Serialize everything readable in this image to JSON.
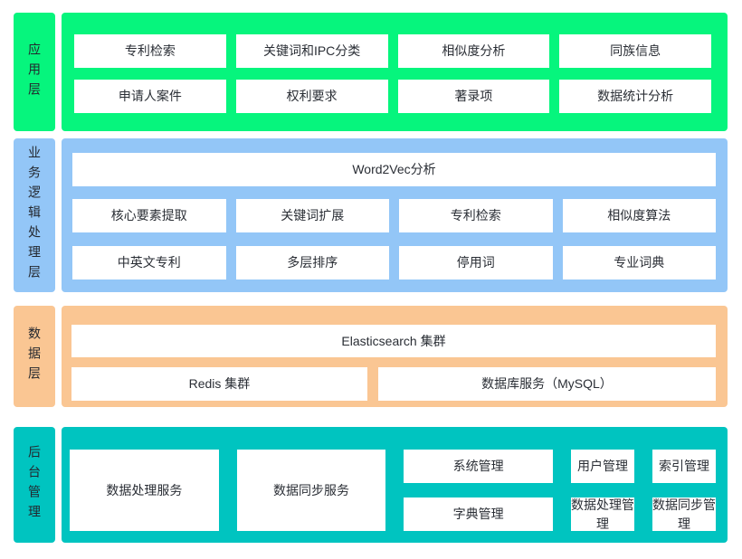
{
  "palette": {
    "application_green": "#06f57d",
    "business_logic_blue": "#93c6f7",
    "data_layer_orange": "#fac693",
    "admin_teal": "#00c4c0",
    "module_box_white": "#ffffff",
    "text_dark": "#2a2e35",
    "page_background": "#ffffff"
  },
  "layers": [
    {
      "name": "应用层",
      "rows": [
        [
          "专利检索",
          "关键词和IPC分类",
          "相似度分析",
          "同族信息"
        ],
        [
          "申请人案件",
          "权利要求",
          "著录项",
          "数据统计分析"
        ]
      ]
    },
    {
      "name": "业务逻辑处理层",
      "banner": "Word2Vec分析",
      "rows": [
        [
          "核心要素提取",
          "关键词扩展",
          "专利检索",
          "相似度算法"
        ],
        [
          "中英文专利",
          "多层排序",
          "停用词",
          "专业词典"
        ]
      ]
    },
    {
      "name": "数据层",
      "banner": "Elasticsearch 集群",
      "rows": [
        [
          "Redis 集群",
          "数据库服务（MySQL）"
        ]
      ]
    },
    {
      "name": "后台管理",
      "rows": [
        [
          "系统管理",
          "用户管理",
          "索引管理"
        ],
        [
          "字典管理",
          "数据处理管理",
          "数据同步管理"
        ]
      ],
      "services": [
        "数据处理服务",
        "数据同步服务"
      ]
    }
  ]
}
